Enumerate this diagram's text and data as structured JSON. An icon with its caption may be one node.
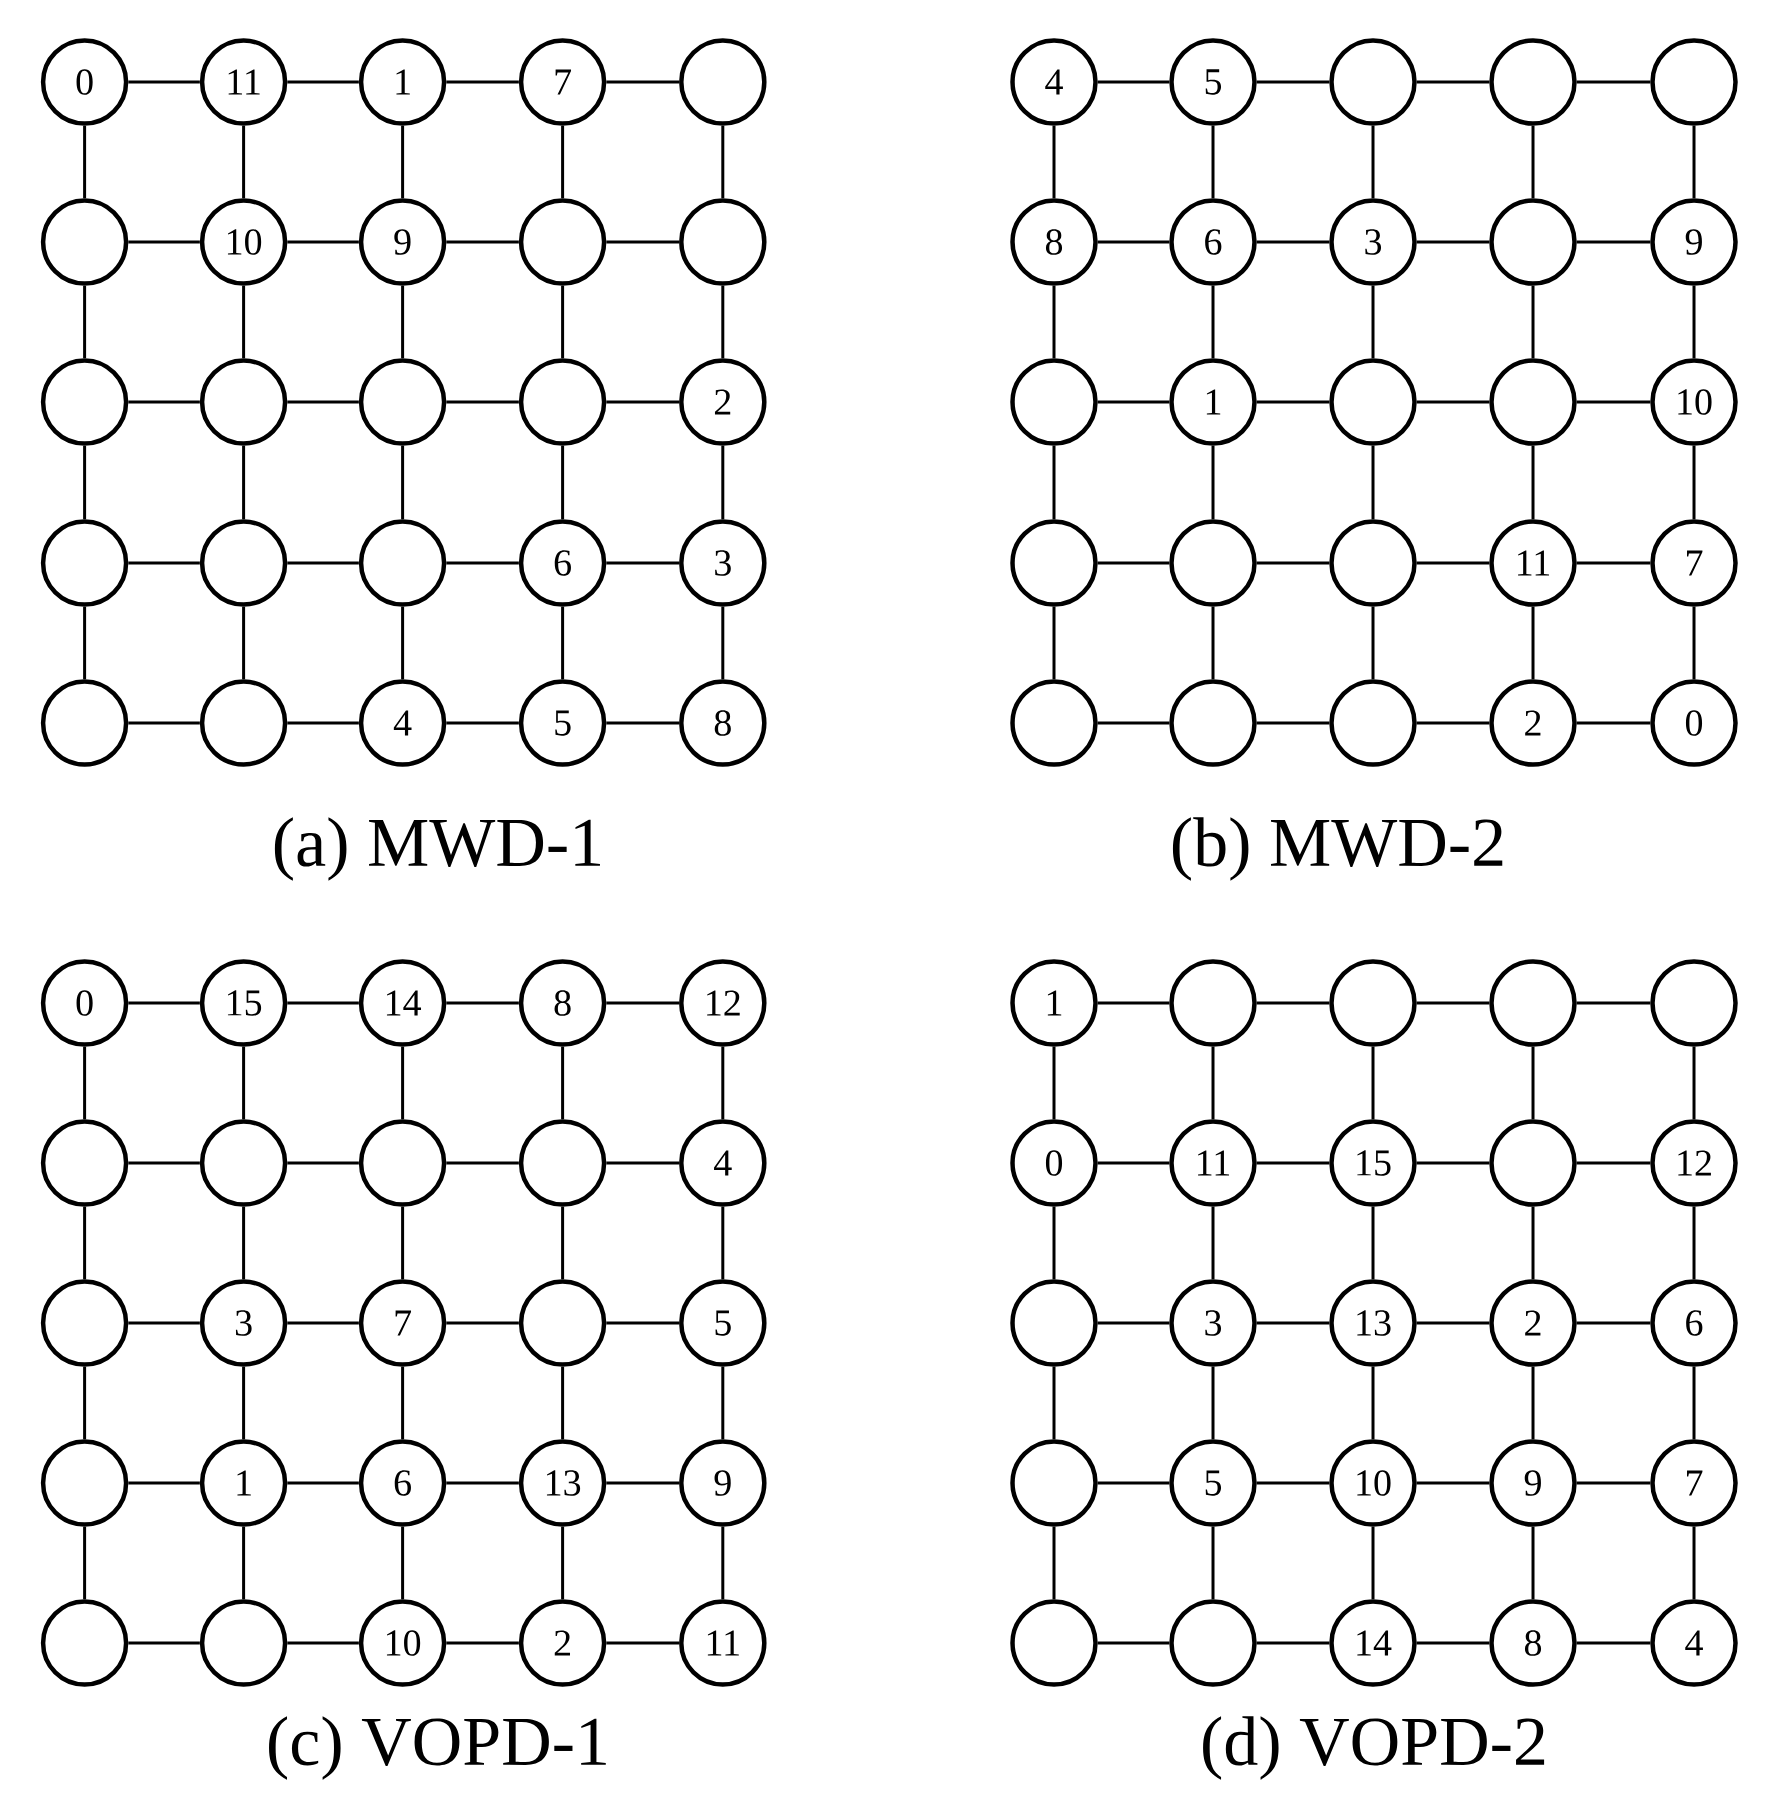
{
  "diagram": {
    "nodes": [
      {
        "text": [
          "0"
        ]
      },
      {
        "text": [
          "11"
        ]
      },
      {
        "text": [
          "1"
        ]
      },
      {
        "text": [
          "7"
        ]
      },
      {
        "text": [],
        "shape": "circle"
      },
      {
        "text": [],
        "shape": "circle"
      },
      {
        "text": [
          "10"
        ]
      },
      {
        "text": [
          "9"
        ]
      },
      {
        "text": [],
        "shape": "circle"
      },
      {
        "text": [],
        "shape": "circle"
      },
      {
        "text": [],
        "shape": "circle"
      },
      {
        "text": [],
        "shape": "circle"
      },
      {
        "text": [],
        "shape": "circle"
      },
      {
        "text": [],
        "shape": "circle"
      },
      {
        "text": [
          "2"
        ]
      },
      {
        "text": [],
        "shape": "circle"
      },
      {
        "text": [],
        "shape": "circle"
      },
      {
        "text": [],
        "shape": "circle"
      },
      {
        "text": [
          "6"
        ]
      },
      {
        "text": [
          "3"
        ]
      },
      {
        "text": [],
        "shape": "circle"
      },
      {
        "text": [],
        "shape": "circle"
      },
      {
        "text": [
          "4"
        ]
      },
      {
        "text": [
          "5"
        ]
      },
      {
        "text": [
          "8"
        ]
      },
      {
        "text": [
          "4"
        ]
      },
      {
        "text": [
          "5"
        ]
      },
      {
        "text": [],
        "shape": "circle"
      },
      {
        "text": [],
        "shape": "circle"
      },
      {
        "text": [],
        "shape": "circle"
      },
      {
        "text": [
          "8"
        ]
      },
      {
        "text": [
          "6"
        ]
      },
      {
        "text": [
          "3"
        ]
      },
      {
        "text": [],
        "shape": "circle"
      },
      {
        "text": [
          "9"
        ]
      },
      {
        "text": [],
        "shape": "circle"
      },
      {
        "text": [
          "1"
        ]
      },
      {
        "text": [],
        "shape": "circle"
      },
      {
        "text": [],
        "shape": "circle"
      },
      {
        "text": [
          "10"
        ]
      },
      {
        "text": [],
        "shape": "circle"
      },
      {
        "text": [],
        "shape": "circle"
      },
      {
        "text": [],
        "shape": "circle"
      },
      {
        "text": [
          "11"
        ]
      },
      {
        "text": [
          "7"
        ]
      },
      {
        "text": [],
        "shape": "circle"
      },
      {
        "text": [],
        "shape": "circle"
      },
      {
        "text": [],
        "shape": "circle"
      },
      {
        "text": [
          "2"
        ]
      },
      {
        "text": [
          "0"
        ]
      },
      {
        "text": [
          "0"
        ]
      },
      {
        "text": [
          "15"
        ]
      },
      {
        "text": [
          "14"
        ]
      },
      {
        "text": [
          "8"
        ]
      },
      {
        "text": [
          "12"
        ]
      },
      {
        "text": [],
        "shape": "circle"
      },
      {
        "text": [],
        "shape": "circle"
      },
      {
        "text": [],
        "shape": "circle"
      },
      {
        "text": [],
        "shape": "circle"
      },
      {
        "text": [
          "4"
        ]
      },
      {
        "text": [],
        "shape": "circle"
      },
      {
        "text": [
          "3"
        ]
      },
      {
        "text": [
          "7"
        ]
      },
      {
        "text": [],
        "shape": "circle"
      },
      {
        "text": [
          "5"
        ]
      },
      {
        "text": [],
        "shape": "circle"
      },
      {
        "text": [
          "1"
        ]
      },
      {
        "text": [
          "6"
        ]
      },
      {
        "text": [
          "13"
        ]
      },
      {
        "text": [
          "9"
        ]
      },
      {
        "text": [],
        "shape": "circle"
      },
      {
        "text": [],
        "shape": "circle"
      },
      {
        "text": [
          "10"
        ]
      },
      {
        "text": [
          "2"
        ]
      },
      {
        "text": [
          "11"
        ]
      },
      {
        "text": [
          "1"
        ]
      },
      {
        "text": [],
        "shape": "circle"
      },
      {
        "text": [],
        "shape": "circle"
      },
      {
        "text": [],
        "shape": "circle"
      },
      {
        "text": [],
        "shape": "circle"
      },
      {
        "text": [
          "0"
        ]
      },
      {
        "text": [
          "11"
        ]
      },
      {
        "text": [
          "15"
        ]
      },
      {
        "text": [],
        "shape": "circle"
      },
      {
        "text": [
          "12"
        ]
      },
      {
        "text": [],
        "shape": "circle"
      },
      {
        "text": [
          "3"
        ]
      },
      {
        "text": [
          "13"
        ]
      },
      {
        "text": [
          "2"
        ]
      },
      {
        "text": [
          "6"
        ]
      },
      {
        "text": [],
        "shape": "circle"
      },
      {
        "text": [
          "5"
        ]
      },
      {
        "text": [
          "10"
        ]
      },
      {
        "text": [
          "9"
        ]
      },
      {
        "text": [
          "7"
        ]
      },
      {
        "text": [],
        "shape": "circle"
      },
      {
        "text": [],
        "shape": "circle"
      },
      {
        "text": [
          "14"
        ]
      },
      {
        "text": [
          "8"
        ]
      },
      {
        "text": [
          "4"
        ]
      }
    ],
    "edges": [
      {
        "from": 0,
        "to": 1,
        "arrow": "none"
      },
      {
        "from": 1,
        "to": 2,
        "arrow": "none"
      },
      {
        "from": 2,
        "to": 3,
        "arrow": "none"
      },
      {
        "from": 3,
        "to": 4,
        "arrow": "none"
      },
      {
        "from": 5,
        "to": 6,
        "arrow": "none"
      },
      {
        "from": 6,
        "to": 7,
        "arrow": "none"
      },
      {
        "from": 7,
        "to": 8,
        "arrow": "none"
      },
      {
        "from": 8,
        "to": 9,
        "arrow": "none"
      },
      {
        "from": 10,
        "to": 11,
        "arrow": "none"
      },
      {
        "from": 11,
        "to": 12,
        "arrow": "none"
      },
      {
        "from": 12,
        "to": 13,
        "arrow": "none"
      },
      {
        "from": 13,
        "to": 14,
        "arrow": "none"
      },
      {
        "from": 15,
        "to": 16,
        "arrow": "none"
      },
      {
        "from": 16,
        "to": 17,
        "arrow": "none"
      },
      {
        "from": 17,
        "to": 18,
        "arrow": "none"
      },
      {
        "from": 18,
        "to": 19,
        "arrow": "none"
      },
      {
        "from": 20,
        "to": 21,
        "arrow": "none"
      },
      {
        "from": 21,
        "to": 22,
        "arrow": "none"
      },
      {
        "from": 22,
        "to": 23,
        "arrow": "none"
      },
      {
        "from": 23,
        "to": 24,
        "arrow": "none"
      },
      {
        "from": 0,
        "to": 5,
        "arrow": "none"
      },
      {
        "from": 1,
        "to": 6,
        "arrow": "none"
      },
      {
        "from": 2,
        "to": 7,
        "arrow": "none"
      },
      {
        "from": 3,
        "to": 8,
        "arrow": "none"
      },
      {
        "from": 4,
        "to": 9,
        "arrow": "none"
      },
      {
        "from": 5,
        "to": 10,
        "arrow": "none"
      },
      {
        "from": 6,
        "to": 11,
        "arrow": "none"
      },
      {
        "from": 7,
        "to": 12,
        "arrow": "none"
      },
      {
        "from": 8,
        "to": 13,
        "arrow": "none"
      },
      {
        "from": 9,
        "to": 14,
        "arrow": "none"
      },
      {
        "from": 10,
        "to": 15,
        "arrow": "none"
      },
      {
        "from": 11,
        "to": 16,
        "arrow": "none"
      },
      {
        "from": 12,
        "to": 17,
        "arrow": "none"
      },
      {
        "from": 13,
        "to": 18,
        "arrow": "none"
      },
      {
        "from": 14,
        "to": 19,
        "arrow": "none"
      },
      {
        "from": 15,
        "to": 20,
        "arrow": "none"
      },
      {
        "from": 16,
        "to": 21,
        "arrow": "none"
      },
      {
        "from": 17,
        "to": 22,
        "arrow": "none"
      },
      {
        "from": 18,
        "to": 23,
        "arrow": "none"
      },
      {
        "from": 19,
        "to": 24,
        "arrow": "none"
      },
      {
        "from": 25,
        "to": 26,
        "arrow": "none"
      },
      {
        "from": 26,
        "to": 27,
        "arrow": "none"
      },
      {
        "from": 27,
        "to": 28,
        "arrow": "none"
      },
      {
        "from": 28,
        "to": 29,
        "arrow": "none"
      },
      {
        "from": 30,
        "to": 31,
        "arrow": "none"
      },
      {
        "from": 31,
        "to": 32,
        "arrow": "none"
      },
      {
        "from": 32,
        "to": 33,
        "arrow": "none"
      },
      {
        "from": 33,
        "to": 34,
        "arrow": "none"
      },
      {
        "from": 35,
        "to": 36,
        "arrow": "none"
      },
      {
        "from": 36,
        "to": 37,
        "arrow": "none"
      },
      {
        "from": 37,
        "to": 38,
        "arrow": "none"
      },
      {
        "from": 38,
        "to": 39,
        "arrow": "none"
      },
      {
        "from": 40,
        "to": 41,
        "arrow": "none"
      },
      {
        "from": 41,
        "to": 42,
        "arrow": "none"
      },
      {
        "from": 42,
        "to": 43,
        "arrow": "none"
      },
      {
        "from": 43,
        "to": 44,
        "arrow": "none"
      },
      {
        "from": 45,
        "to": 46,
        "arrow": "none"
      },
      {
        "from": 46,
        "to": 47,
        "arrow": "none"
      },
      {
        "from": 47,
        "to": 48,
        "arrow": "none"
      },
      {
        "from": 48,
        "to": 49,
        "arrow": "none"
      },
      {
        "from": 25,
        "to": 30,
        "arrow": "none"
      },
      {
        "from": 26,
        "to": 31,
        "arrow": "none"
      },
      {
        "from": 27,
        "to": 32,
        "arrow": "none"
      },
      {
        "from": 28,
        "to": 33,
        "arrow": "none"
      },
      {
        "from": 29,
        "to": 34,
        "arrow": "none"
      },
      {
        "from": 30,
        "to": 35,
        "arrow": "none"
      },
      {
        "from": 31,
        "to": 36,
        "arrow": "none"
      },
      {
        "from": 32,
        "to": 37,
        "arrow": "none"
      },
      {
        "from": 33,
        "to": 38,
        "arrow": "none"
      },
      {
        "from": 34,
        "to": 39,
        "arrow": "none"
      },
      {
        "from": 35,
        "to": 40,
        "arrow": "none"
      },
      {
        "from": 36,
        "to": 41,
        "arrow": "none"
      },
      {
        "from": 37,
        "to": 42,
        "arrow": "none"
      },
      {
        "from": 38,
        "to": 43,
        "arrow": "none"
      },
      {
        "from": 39,
        "to": 44,
        "arrow": "none"
      },
      {
        "from": 40,
        "to": 45,
        "arrow": "none"
      },
      {
        "from": 41,
        "to": 46,
        "arrow": "none"
      },
      {
        "from": 42,
        "to": 47,
        "arrow": "none"
      },
      {
        "from": 43,
        "to": 48,
        "arrow": "none"
      },
      {
        "from": 44,
        "to": 49,
        "arrow": "none"
      },
      {
        "from": 50,
        "to": 51,
        "arrow": "none"
      },
      {
        "from": 51,
        "to": 52,
        "arrow": "none"
      },
      {
        "from": 52,
        "to": 53,
        "arrow": "none"
      },
      {
        "from": 53,
        "to": 54,
        "arrow": "none"
      },
      {
        "from": 55,
        "to": 56,
        "arrow": "none"
      },
      {
        "from": 56,
        "to": 57,
        "arrow": "none"
      },
      {
        "from": 57,
        "to": 58,
        "arrow": "none"
      },
      {
        "from": 58,
        "to": 59,
        "arrow": "none"
      },
      {
        "from": 60,
        "to": 61,
        "arrow": "none"
      },
      {
        "from": 61,
        "to": 62,
        "arrow": "none"
      },
      {
        "from": 62,
        "to": 63,
        "arrow": "none"
      },
      {
        "from": 63,
        "to": 64,
        "arrow": "none"
      },
      {
        "from": 65,
        "to": 66,
        "arrow": "none"
      },
      {
        "from": 66,
        "to": 67,
        "arrow": "none"
      },
      {
        "from": 67,
        "to": 68,
        "arrow": "none"
      },
      {
        "from": 68,
        "to": 69,
        "arrow": "none"
      },
      {
        "from": 70,
        "to": 71,
        "arrow": "none"
      },
      {
        "from": 71,
        "to": 72,
        "arrow": "none"
      },
      {
        "from": 72,
        "to": 73,
        "arrow": "none"
      },
      {
        "from": 73,
        "to": 74,
        "arrow": "none"
      },
      {
        "from": 50,
        "to": 55,
        "arrow": "none"
      },
      {
        "from": 51,
        "to": 56,
        "arrow": "none"
      },
      {
        "from": 52,
        "to": 57,
        "arrow": "none"
      },
      {
        "from": 53,
        "to": 58,
        "arrow": "none"
      },
      {
        "from": 54,
        "to": 59,
        "arrow": "none"
      },
      {
        "from": 55,
        "to": 60,
        "arrow": "none"
      },
      {
        "from": 56,
        "to": 61,
        "arrow": "none"
      },
      {
        "from": 57,
        "to": 62,
        "arrow": "none"
      },
      {
        "from": 58,
        "to": 63,
        "arrow": "none"
      },
      {
        "from": 59,
        "to": 64,
        "arrow": "none"
      },
      {
        "from": 60,
        "to": 65,
        "arrow": "none"
      },
      {
        "from": 61,
        "to": 66,
        "arrow": "none"
      },
      {
        "from": 62,
        "to": 67,
        "arrow": "none"
      },
      {
        "from": 63,
        "to": 68,
        "arrow": "none"
      },
      {
        "from": 64,
        "to": 69,
        "arrow": "none"
      },
      {
        "from": 65,
        "to": 70,
        "arrow": "none"
      },
      {
        "from": 66,
        "to": 71,
        "arrow": "none"
      },
      {
        "from": 67,
        "to": 72,
        "arrow": "none"
      },
      {
        "from": 68,
        "to": 73,
        "arrow": "none"
      },
      {
        "from": 69,
        "to": 74,
        "arrow": "none"
      },
      {
        "from": 75,
        "to": 76,
        "arrow": "none"
      },
      {
        "from": 76,
        "to": 77,
        "arrow": "none"
      },
      {
        "from": 77,
        "to": 78,
        "arrow": "none"
      },
      {
        "from": 78,
        "to": 79,
        "arrow": "none"
      },
      {
        "from": 80,
        "to": 81,
        "arrow": "none"
      },
      {
        "from": 81,
        "to": 82,
        "arrow": "none"
      },
      {
        "from": 82,
        "to": 83,
        "arrow": "none"
      },
      {
        "from": 83,
        "to": 84,
        "arrow": "none"
      },
      {
        "from": 85,
        "to": 86,
        "arrow": "none"
      },
      {
        "from": 86,
        "to": 87,
        "arrow": "none"
      },
      {
        "from": 87,
        "to": 88,
        "arrow": "none"
      },
      {
        "from": 88,
        "to": 89,
        "arrow": "none"
      },
      {
        "from": 90,
        "to": 91,
        "arrow": "none"
      },
      {
        "from": 91,
        "to": 92,
        "arrow": "none"
      },
      {
        "from": 92,
        "to": 93,
        "arrow": "none"
      },
      {
        "from": 93,
        "to": 94,
        "arrow": "none"
      },
      {
        "from": 95,
        "to": 96,
        "arrow": "none"
      },
      {
        "from": 96,
        "to": 97,
        "arrow": "none"
      },
      {
        "from": 97,
        "to": 98,
        "arrow": "none"
      },
      {
        "from": 98,
        "to": 99,
        "arrow": "none"
      },
      {
        "from": 75,
        "to": 80,
        "arrow": "none"
      },
      {
        "from": 76,
        "to": 81,
        "arrow": "none"
      },
      {
        "from": 77,
        "to": 82,
        "arrow": "none"
      },
      {
        "from": 78,
        "to": 83,
        "arrow": "none"
      },
      {
        "from": 79,
        "to": 84,
        "arrow": "none"
      },
      {
        "from": 80,
        "to": 85,
        "arrow": "none"
      },
      {
        "from": 81,
        "to": 86,
        "arrow": "none"
      },
      {
        "from": 82,
        "to": 87,
        "arrow": "none"
      },
      {
        "from": 83,
        "to": 88,
        "arrow": "none"
      },
      {
        "from": 84,
        "to": 89,
        "arrow": "none"
      },
      {
        "from": 85,
        "to": 90,
        "arrow": "none"
      },
      {
        "from": 86,
        "to": 91,
        "arrow": "none"
      },
      {
        "from": 87,
        "to": 92,
        "arrow": "none"
      },
      {
        "from": 88,
        "to": 93,
        "arrow": "none"
      },
      {
        "from": 89,
        "to": 94,
        "arrow": "none"
      },
      {
        "from": 90,
        "to": 95,
        "arrow": "none"
      },
      {
        "from": 91,
        "to": 96,
        "arrow": "none"
      },
      {
        "from": 92,
        "to": 97,
        "arrow": "none"
      },
      {
        "from": 93,
        "to": 98,
        "arrow": "none"
      },
      {
        "from": 94,
        "to": 99,
        "arrow": "none"
      }
    ],
    "labels": [
      "(a) MWD-1",
      "(b) MWD-2",
      "(c) VOPD-1",
      "(d) VOPD-2"
    ]
  }
}
